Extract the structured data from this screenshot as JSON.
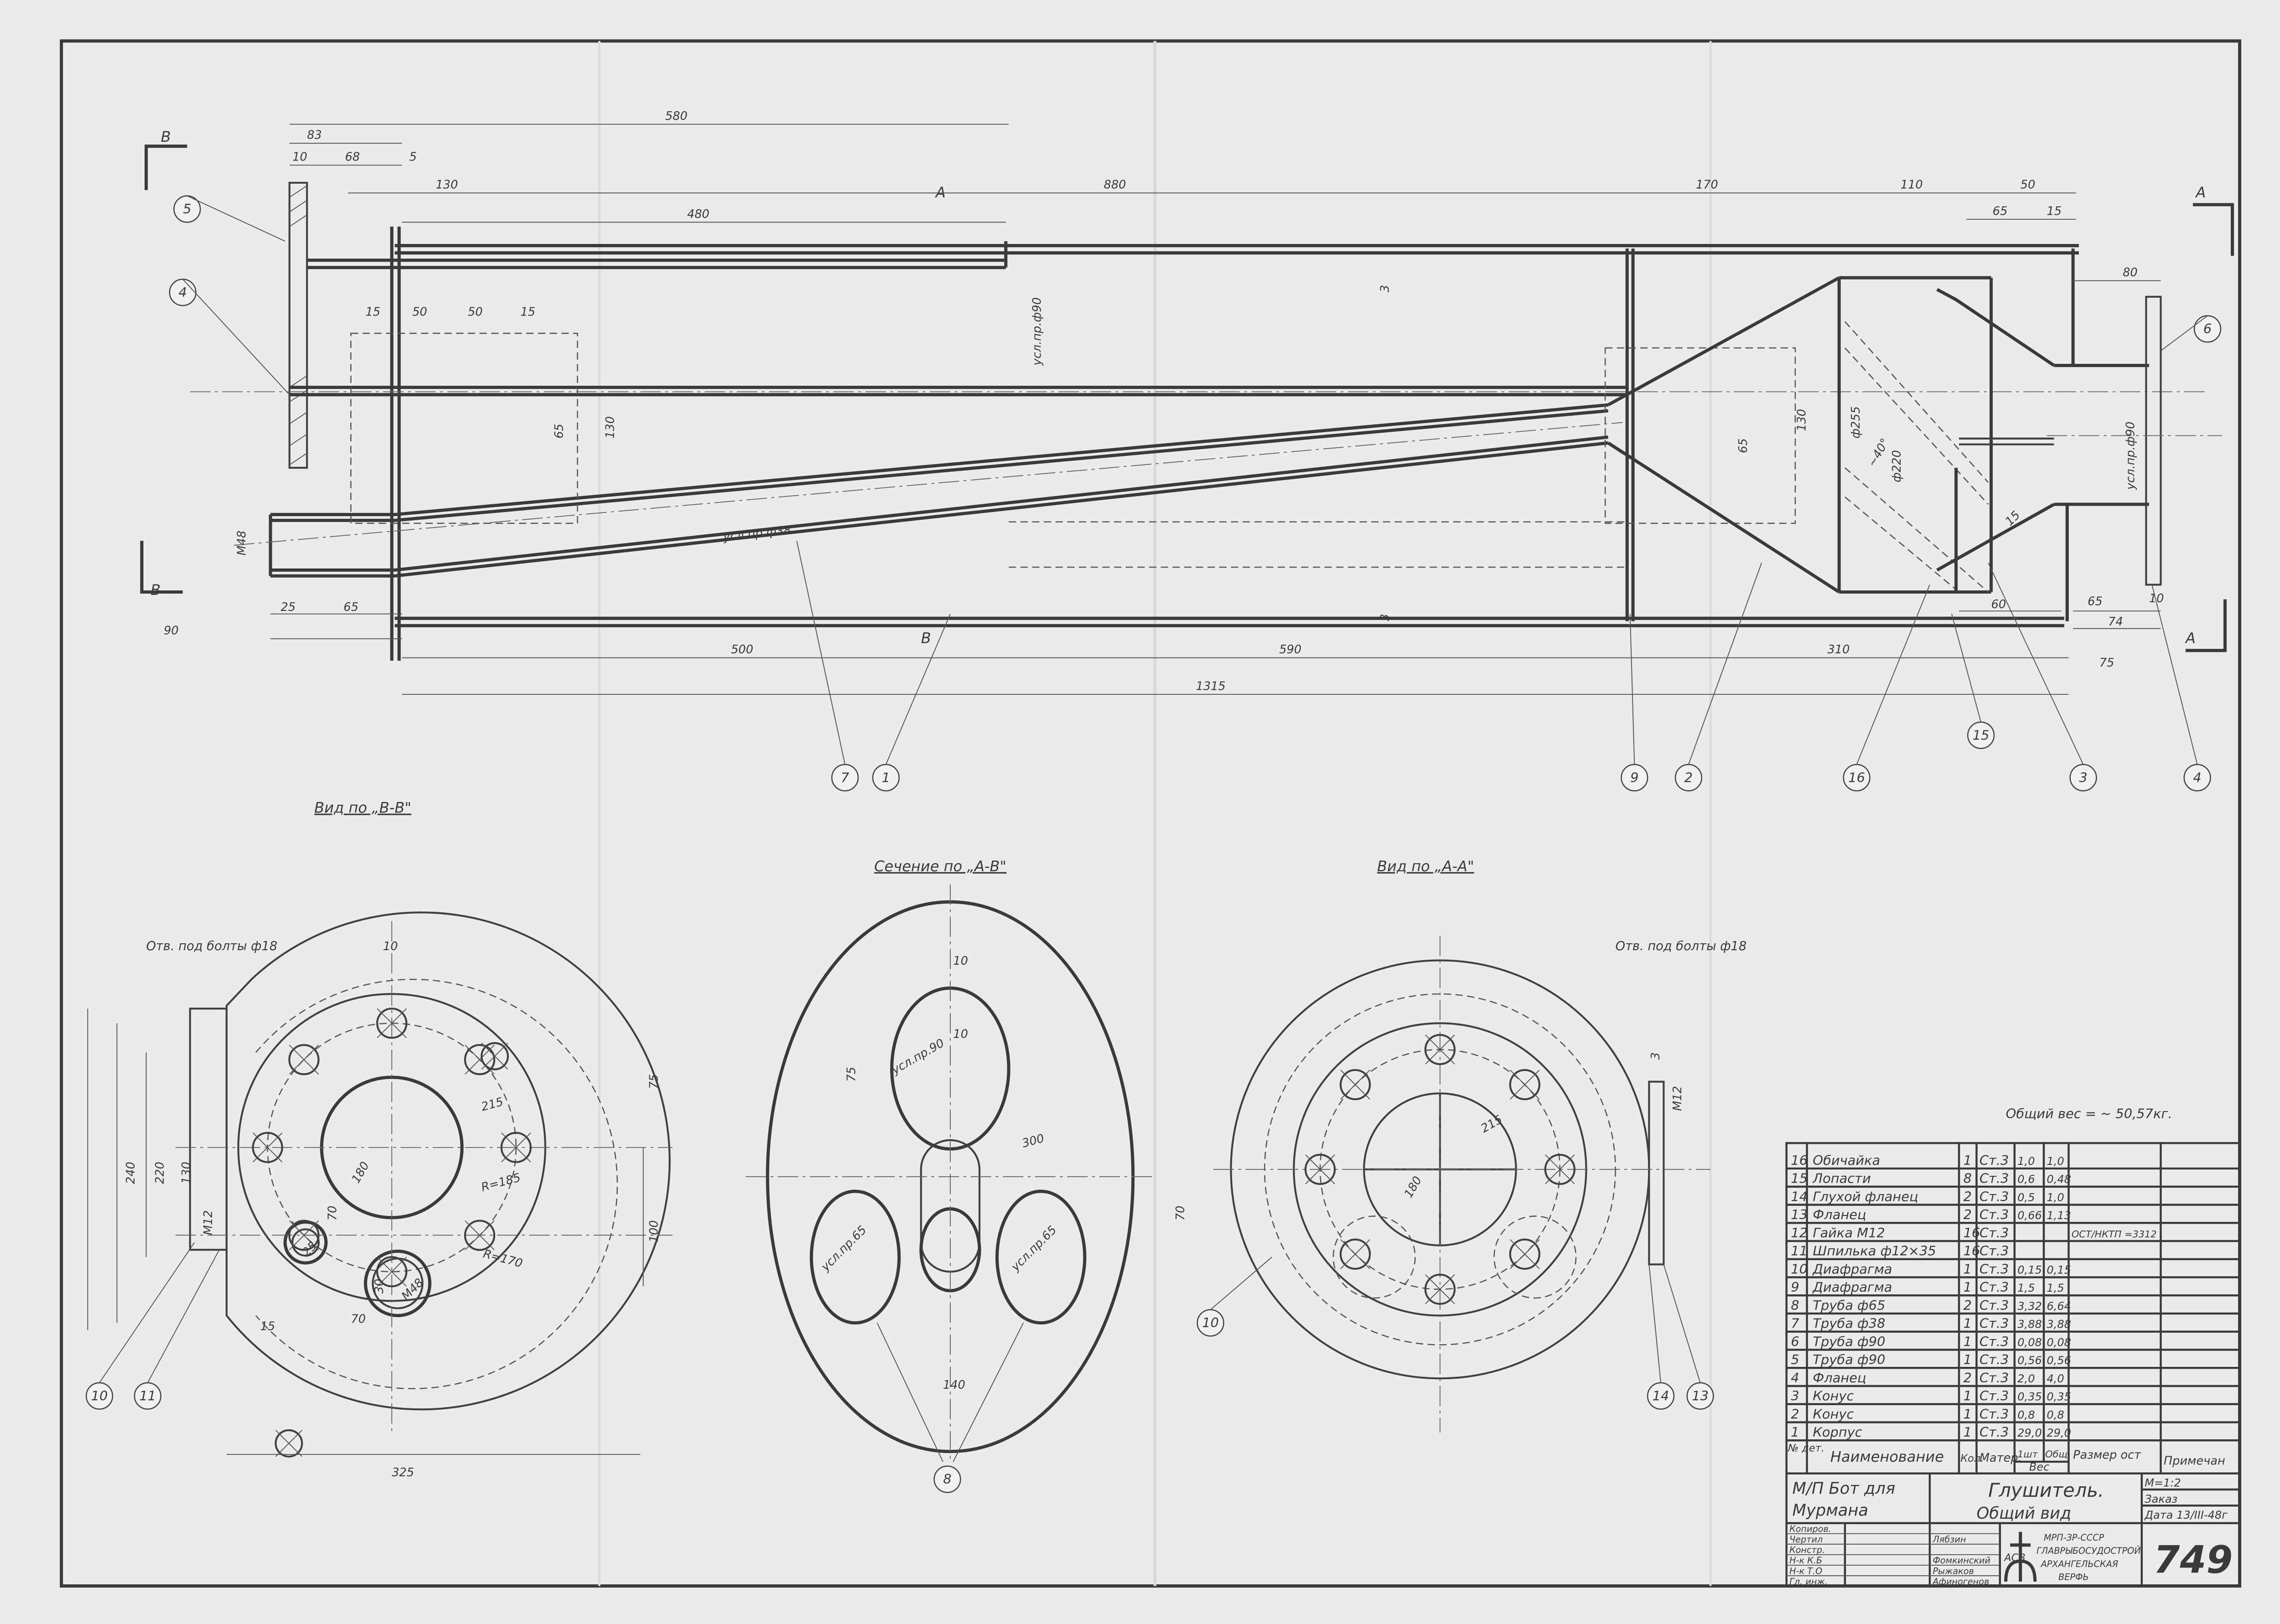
{
  "views": {
    "view_bb": "Вид по „В-В\"",
    "section_ab": "Сечение по „А-В\"",
    "view_aa": "Вид по „А-А\"",
    "section_mark_b": "В",
    "section_mark_a": "А"
  },
  "notes": {
    "bolt_holes_bb": "Отв. под болты ф18",
    "bolt_holes_aa": "Отв. под болты ф18",
    "total_weight": "Общий вес = ~ 50,57кг."
  },
  "dimensions": {
    "main": [
      "580",
      "83",
      "10",
      "68",
      "5",
      "130",
      "480",
      "880",
      "170",
      "110",
      "50",
      "65",
      "15",
      "80",
      "15",
      "50",
      "50",
      "15",
      "90",
      "25",
      "65",
      "500",
      "590",
      "1315",
      "310",
      "60",
      "65",
      "74",
      "75",
      "10",
      "усл.пр.ф38",
      "усл.пр.ф90",
      "усл.пр.ф90",
      "ф255",
      "ф220",
      "~40°",
      "130",
      "65",
      "130",
      "65",
      "М48",
      "3",
      "3",
      "15"
    ],
    "view_bb": [
      "10",
      "215",
      "180",
      "R=185",
      "R=170",
      "240",
      "220",
      "130",
      "75",
      "100",
      "70",
      "30",
      "70",
      "15",
      "325",
      "М12",
      "М48",
      "25"
    ],
    "section_ab": [
      "10",
      "10",
      "усл.пр.90",
      "300",
      "75",
      "70",
      "усл.пр.65",
      "усл.пр.65",
      "140"
    ],
    "view_aa": [
      "215",
      "180",
      "М12",
      "3"
    ]
  },
  "callouts": {
    "main": [
      "5",
      "4",
      "7",
      "1",
      "9",
      "2",
      "16",
      "15",
      "3",
      "4",
      "6"
    ],
    "bottom": [
      "10",
      "11",
      "8",
      "10",
      "14",
      "13"
    ]
  },
  "parts_table": {
    "headers": {
      "num": "№ дет.",
      "name": "Наименование",
      "qty": "Кол.",
      "material": "Матер.",
      "weight_each": "1шт",
      "weight_total": "Общ",
      "weight": "Вес",
      "size": "Размер ост",
      "note": "Примечан"
    },
    "rows": [
      {
        "num": "16",
        "name": "Обичайка",
        "qty": "1",
        "material": "Ст.3",
        "w1": "1,0",
        "w2": "1,0",
        "size": "",
        "note": ""
      },
      {
        "num": "15",
        "name": "Лопасти",
        "qty": "8",
        "material": "Ст.3",
        "w1": "0,6",
        "w2": "0,48",
        "size": "",
        "note": ""
      },
      {
        "num": "14",
        "name": "Глухой фланец",
        "qty": "2",
        "material": "Ст.3",
        "w1": "0,5",
        "w2": "1,0",
        "size": "",
        "note": ""
      },
      {
        "num": "13",
        "name": "Фланец",
        "qty": "2",
        "material": "Ст.3",
        "w1": "0,66",
        "w2": "1,13",
        "size": "",
        "note": ""
      },
      {
        "num": "12",
        "name": "Гайка М12",
        "qty": "16",
        "material": "Ст.3",
        "w1": "",
        "w2": "",
        "size": "ОСТ/НКТП =3312",
        "note": ""
      },
      {
        "num": "11",
        "name": "Шпилька ф12×35",
        "qty": "16",
        "material": "Ст.3",
        "w1": "",
        "w2": "",
        "size": "",
        "note": ""
      },
      {
        "num": "10",
        "name": "Диафрагма",
        "qty": "1",
        "material": "Ст.3",
        "w1": "0,15",
        "w2": "0,15",
        "size": "",
        "note": ""
      },
      {
        "num": "9",
        "name": "Диафрагма",
        "qty": "1",
        "material": "Ст.3",
        "w1": "1,5",
        "w2": "1,5",
        "size": "",
        "note": ""
      },
      {
        "num": "8",
        "name": "Труба ф65",
        "qty": "2",
        "material": "Ст.3",
        "w1": "3,32",
        "w2": "6,64",
        "size": "",
        "note": ""
      },
      {
        "num": "7",
        "name": "Труба ф38",
        "qty": "1",
        "material": "Ст.3",
        "w1": "3,88",
        "w2": "3,88",
        "size": "",
        "note": ""
      },
      {
        "num": "6",
        "name": "Труба ф90",
        "qty": "1",
        "material": "Ст.3",
        "w1": "0,08",
        "w2": "0,08",
        "size": "",
        "note": ""
      },
      {
        "num": "5",
        "name": "Труба ф90",
        "qty": "1",
        "material": "Ст.3",
        "w1": "0,56",
        "w2": "0,56",
        "size": "",
        "note": ""
      },
      {
        "num": "4",
        "name": "Фланец",
        "qty": "2",
        "material": "Ст.3",
        "w1": "2,0",
        "w2": "4,0",
        "size": "",
        "note": ""
      },
      {
        "num": "3",
        "name": "Конус",
        "qty": "1",
        "material": "Ст.3",
        "w1": "0,35",
        "w2": "0,35",
        "size": "",
        "note": ""
      },
      {
        "num": "2",
        "name": "Конус",
        "qty": "1",
        "material": "Ст.3",
        "w1": "0,8",
        "w2": "0,8",
        "size": "",
        "note": ""
      },
      {
        "num": "1",
        "name": "Корпус",
        "qty": "1",
        "material": "Ст.3",
        "w1": "29,0",
        "w2": "29,0",
        "size": "",
        "note": ""
      }
    ]
  },
  "title_block": {
    "project_line1": "М/П Бот для",
    "project_line2": "Мурмана",
    "drawing_title": "Глушитель.",
    "drawing_subtitle": "Общий вид",
    "scale": "М=1:2",
    "order": "Заказ",
    "date": "Дата 13/III-48г",
    "roles": [
      "Копиров.",
      "Чертил",
      "Констр.",
      "Н-к К.Б",
      "Н-к Т.О",
      "Гл. инж."
    ],
    "names": [
      "",
      "Лябзин",
      "",
      "Фомкинский",
      "Рыжаков",
      "Афиногенов"
    ],
    "org_line1": "МРП-ЗР-СССР",
    "org_line2": "ГЛАВРЫБОСУДОСТРОЙ",
    "org_line3": "АРХАНГЕЛЬСКАЯ",
    "org_line4": "ВЕРФЬ",
    "logo_text": "АСВ",
    "sheet_number": "749"
  },
  "colors": {
    "paper": "#ebebea",
    "ink": "#3a3a3a"
  }
}
